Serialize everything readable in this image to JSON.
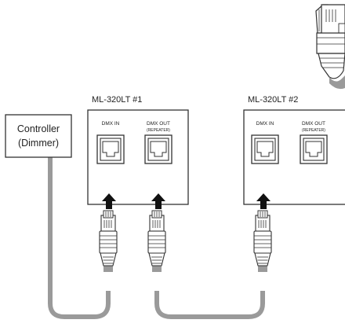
{
  "controller": {
    "line1": "Controller",
    "line2": "(Dimmer)"
  },
  "units": [
    {
      "title": "ML-320LT #1",
      "port_in": "DMX IN",
      "port_out": "DMX OUT",
      "port_out_sub": "(REPEATER)"
    },
    {
      "title": "ML-320LT #2",
      "port_in": "DMX IN",
      "port_out": "DMX OUT",
      "port_out_sub": "(REPEATER)"
    }
  ],
  "colors": {
    "cable": "#9a9a9a",
    "outline": "#333333",
    "arrow": "#111111"
  }
}
